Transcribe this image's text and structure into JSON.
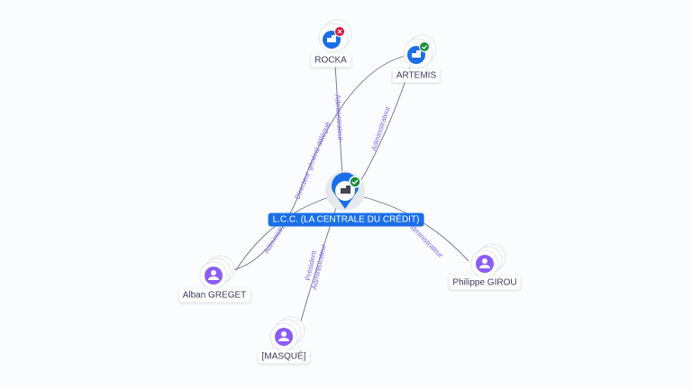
{
  "center": {
    "label": "L.C.C. (LA CENTRALE DU CRÉDIT)",
    "status": "active"
  },
  "companies": [
    {
      "label": "ROCKA",
      "status": "closed"
    },
    {
      "label": "ARTEMIS",
      "status": "active"
    }
  ],
  "persons": [
    {
      "label": "Alban GREGET"
    },
    {
      "label": "[MASQUÉ]"
    },
    {
      "label": "Philippe GIROU"
    }
  ],
  "edges": {
    "rocka": "Administrateur",
    "artemis": "Administrateur",
    "alban_artemis": "Directeur général délégué",
    "alban_center": "Administrateur",
    "masque_president": "Président",
    "masque_admin": "Administrateur",
    "philippe": "Administrateur"
  },
  "colors": {
    "company": "#1a6fe8",
    "person": "#8b5cf6",
    "active": "#1e8e3e",
    "closed": "#d9143a",
    "edge": "#6b6f86",
    "edge_label": "#7a6ae6"
  }
}
